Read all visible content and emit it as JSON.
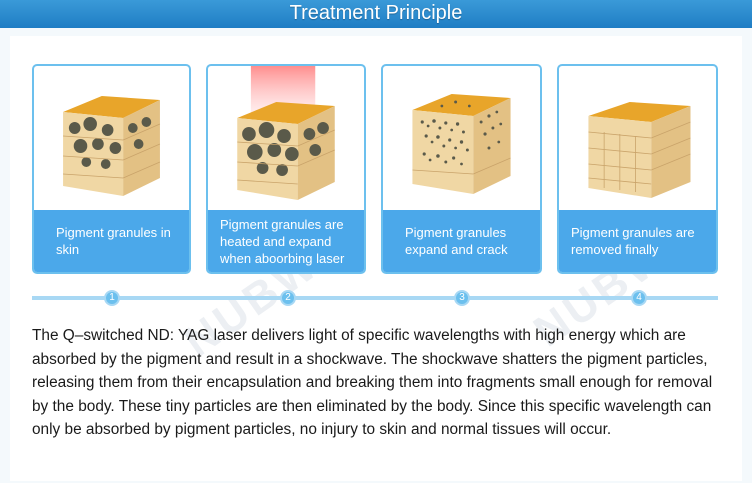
{
  "header": {
    "title": "Treatment Principle"
  },
  "colors": {
    "header_blue": "#2b8bd0",
    "card_border": "#6cc0ee",
    "caption_blue": "#4ba8ea",
    "timeline": "#a8d8f4",
    "skin_top": "#e8a52a",
    "tissue": "#f0d7a4",
    "pigment": "#5a5a4a"
  },
  "cards": [
    {
      "caption": "Pigment granules in skin",
      "stage": "granules"
    },
    {
      "caption": "Pigment granules are heated and expand when aboorbing laser",
      "stage": "heated"
    },
    {
      "caption": "Pigment granules expand and crack",
      "stage": "cracked"
    },
    {
      "caption": "Pigment granules are removed finally",
      "stage": "removed"
    }
  ],
  "steps": [
    "1",
    "2",
    "3",
    "4"
  ],
  "description": "The Q–switched ND: YAG laser delivers light of specific wavelengths with high energy which are absorbed by the pigment and result in a shockwave. The shockwave shatters the pigment particles, releasing them from their encapsulation and breaking them into fragments small enough for removal by the body. These tiny particles are then eliminated by the body. Since this specific wavelength can only be absorbed by pigment particles, no injury to skin and normal tissues will occur.",
  "watermark": {
    "text": "NUBWAY"
  }
}
